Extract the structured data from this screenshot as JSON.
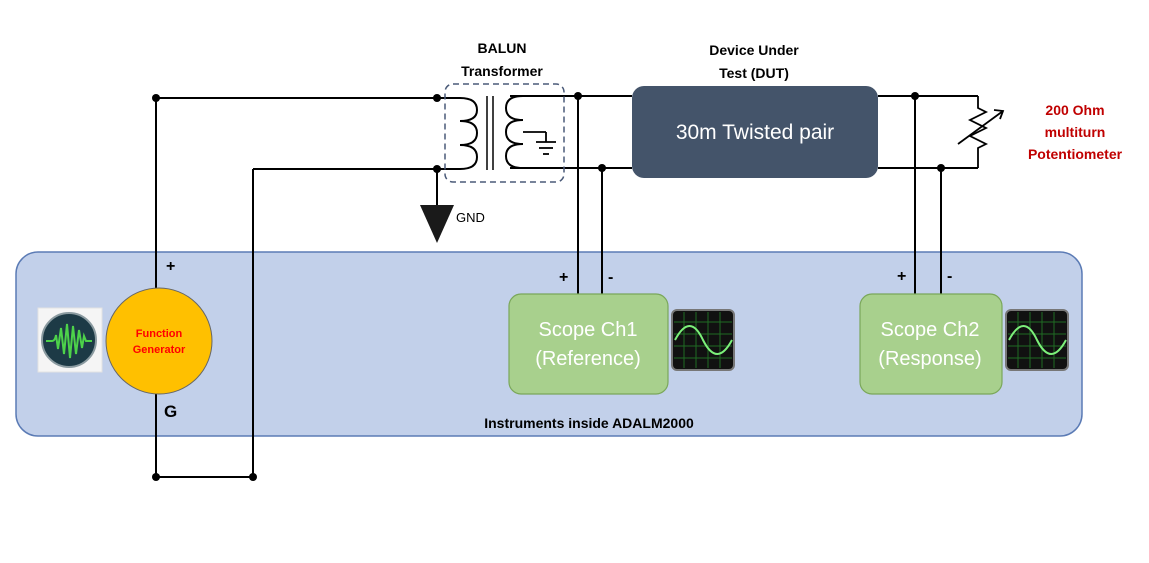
{
  "labels": {
    "balun_line1": "BALUN",
    "balun_line2": "Transformer",
    "dut_line1": "Device Under",
    "dut_line2": "Test (DUT)",
    "dut_box": "30m Twisted pair",
    "pot_line1": "200 Ohm",
    "pot_line2": "multiturn",
    "pot_line3": "Potentiometer",
    "gnd": "GND",
    "fg_line1": "Function",
    "fg_line2": "Generator",
    "fg_plus": "+",
    "fg_g": "G",
    "ch1_line1": "Scope Ch1",
    "ch1_line2": "(Reference)",
    "ch1_plus": "+",
    "ch1_minus": "-",
    "ch2_line1": "Scope Ch2",
    "ch2_line2": "(Response)",
    "ch2_plus": "+",
    "ch2_minus": "-",
    "panel_caption": "Instruments inside ADALM2000"
  },
  "icons": {
    "fg_icon": "waveform-icon",
    "ch1_icon": "oscilloscope-screen-icon",
    "ch2_icon": "oscilloscope-screen-icon",
    "ground": "ground-symbol-icon",
    "potentiometer": "variable-resistor-icon"
  },
  "colors": {
    "panel_fill": "#c2d0ea",
    "panel_stroke": "#5b7bb5",
    "dut_fill": "#44546a",
    "scope_fill": "#a8d08d",
    "scope_stroke": "#7aa75a",
    "fg_fill": "#ffc000",
    "fg_text": "#ff0000",
    "pot_text": "#c00000",
    "wire": "#000000"
  }
}
